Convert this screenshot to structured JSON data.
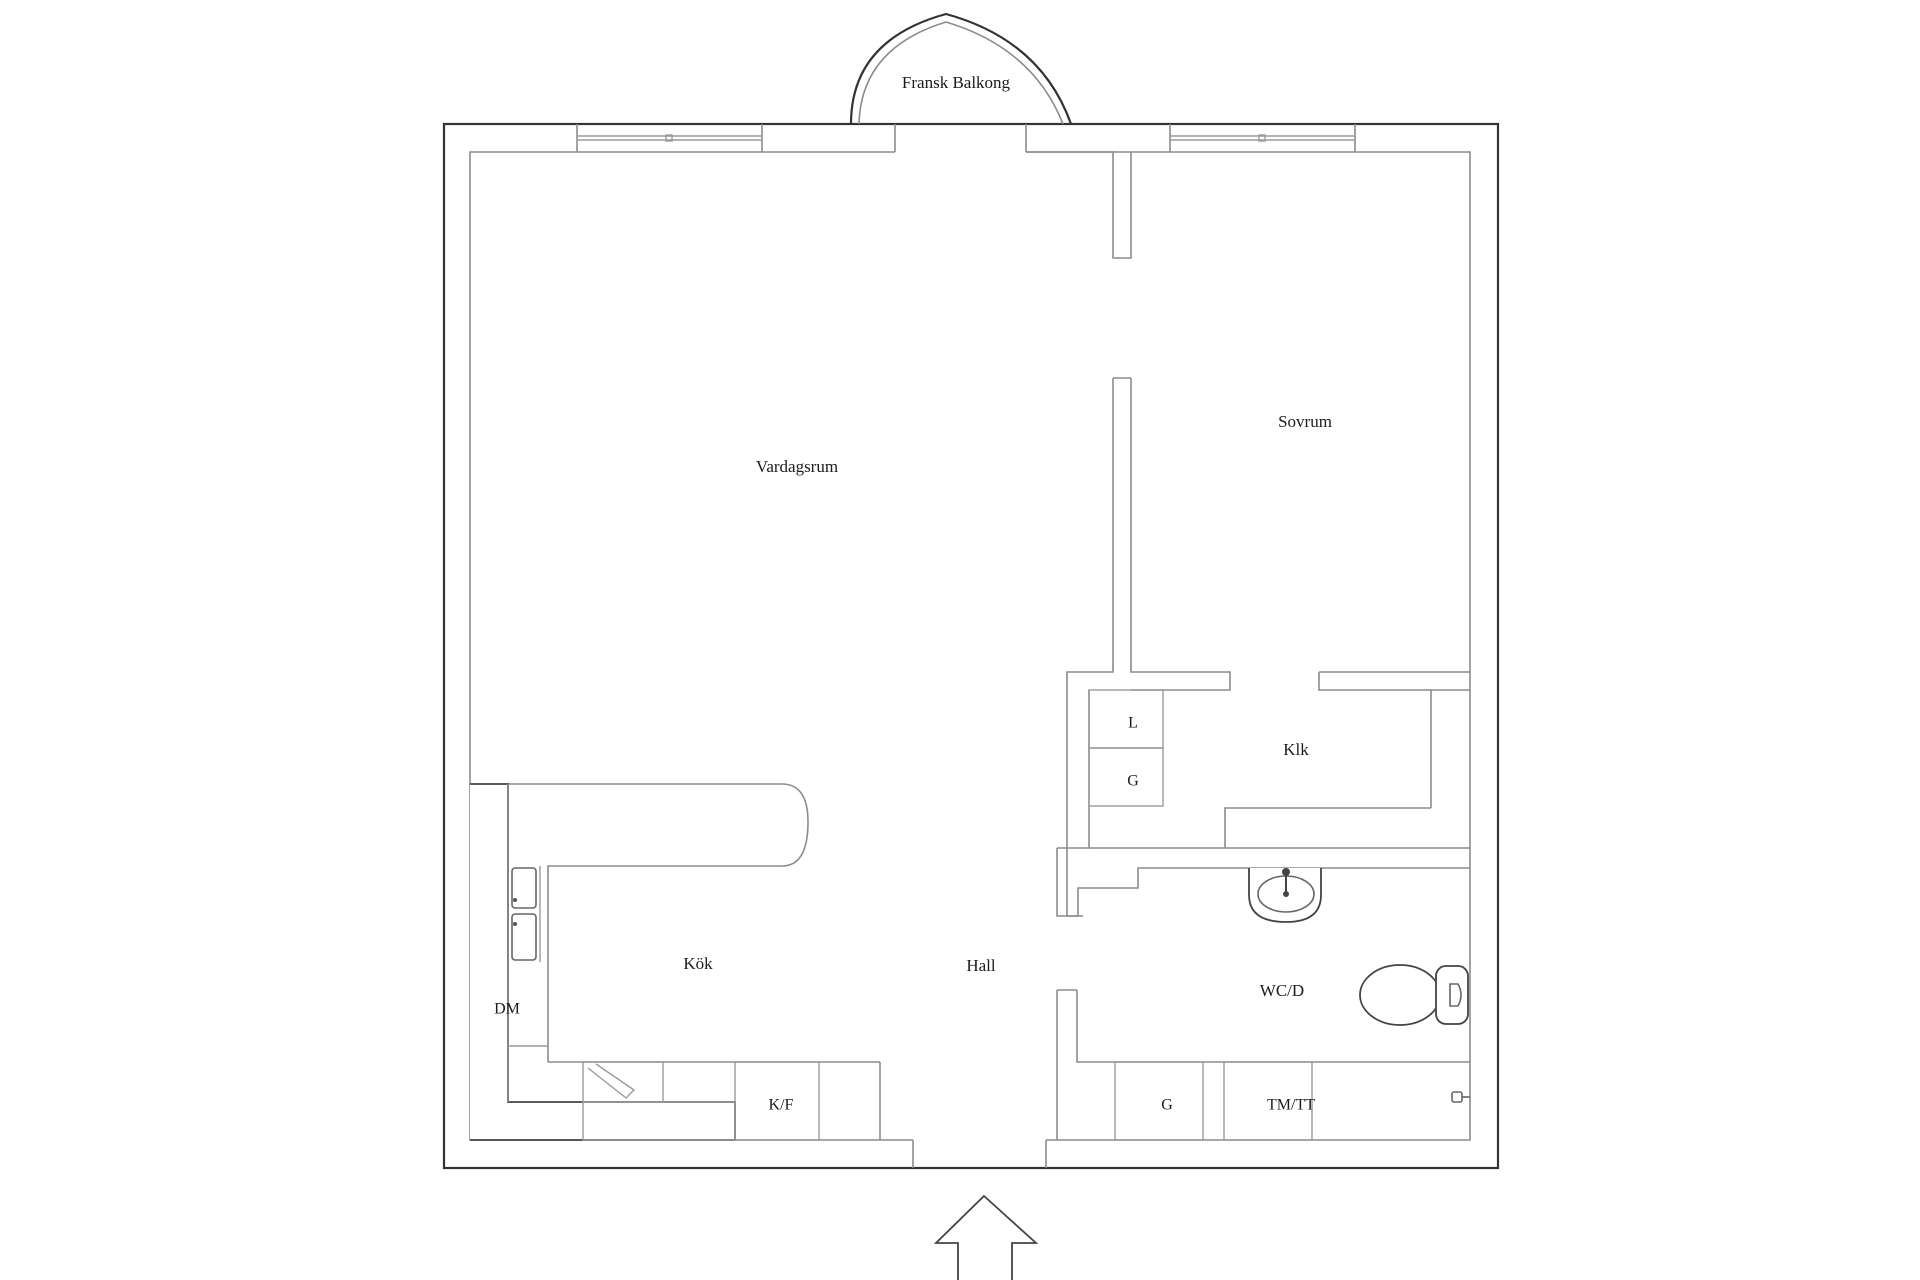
{
  "rooms": {
    "balcony": "Fransk Balkong",
    "living_room": "Vardagsrum",
    "bedroom": "Sovrum",
    "closet_l": "L",
    "closet_g_upper": "G",
    "walk_in": "Klk",
    "kitchen": "Kök",
    "hall": "Hall",
    "dishwasher": "DM",
    "fridge_freezer": "K/F",
    "bathroom": "WC/D",
    "closet_g_lower": "G",
    "laundry": "TM/TT"
  },
  "entrance_arrow": "arrow-up-icon"
}
